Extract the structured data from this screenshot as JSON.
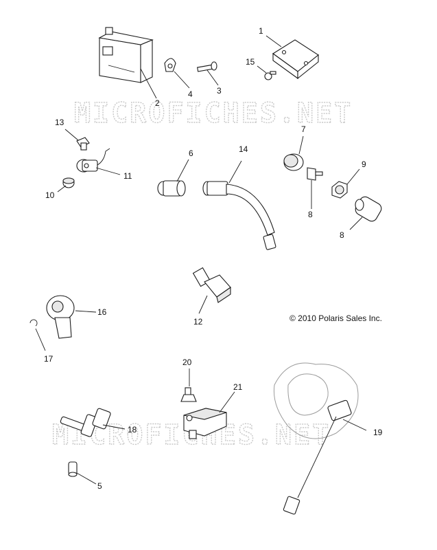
{
  "watermark": "MICROFICHES.NET",
  "copyright": "© 2010 Polaris Sales Inc.",
  "callouts": {
    "c1": "1",
    "c2": "2",
    "c3": "3",
    "c4": "4",
    "c5": "5",
    "c6": "6",
    "c7": "7",
    "c8a": "8",
    "c8b": "8",
    "c9": "9",
    "c10": "10",
    "c11": "11",
    "c12": "12",
    "c13": "13",
    "c14": "14",
    "c15": "15",
    "c16": "16",
    "c17": "17",
    "c18": "18",
    "c19": "19",
    "c20": "20",
    "c21": "21"
  }
}
